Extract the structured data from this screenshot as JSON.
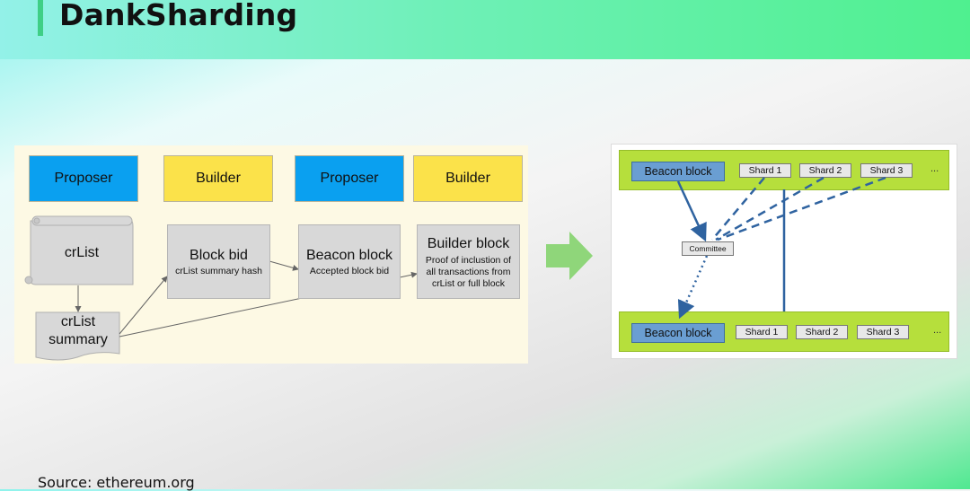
{
  "header": {
    "title": "DankSharding"
  },
  "footer": {
    "source": "Source:  ethereum.org"
  },
  "left_diagram": {
    "roles": [
      "Proposer",
      "Builder",
      "Proposer",
      "Builder"
    ],
    "crlist": "crList",
    "crlist_summary": "crList summary",
    "block_bid": {
      "title": "Block bid",
      "subtitle": "crList summary hash"
    },
    "beacon_block": {
      "title": "Beacon block",
      "subtitle": "Accepted block bid"
    },
    "builder_block": {
      "title": "Builder block",
      "subtitle": "Proof of inclustion of all transactions from crList or full block"
    }
  },
  "right_diagram": {
    "top": {
      "beacon": "Beacon block",
      "shards": [
        "Shard 1",
        "Shard 2",
        "Shard 3"
      ],
      "ellipsis": "..."
    },
    "committee": "Committee",
    "bottom": {
      "beacon": "Beacon block",
      "shards": [
        "Shard 1",
        "Shard 2",
        "Shard 3"
      ],
      "ellipsis": "..."
    }
  },
  "colors": {
    "proposer": "#0aa0f0",
    "builder": "#fbe24a",
    "band": "#b6df3c",
    "beacon": "#6a9ed2",
    "arrow": "#2f63a0",
    "mid_arrow": "#8fd67a"
  }
}
